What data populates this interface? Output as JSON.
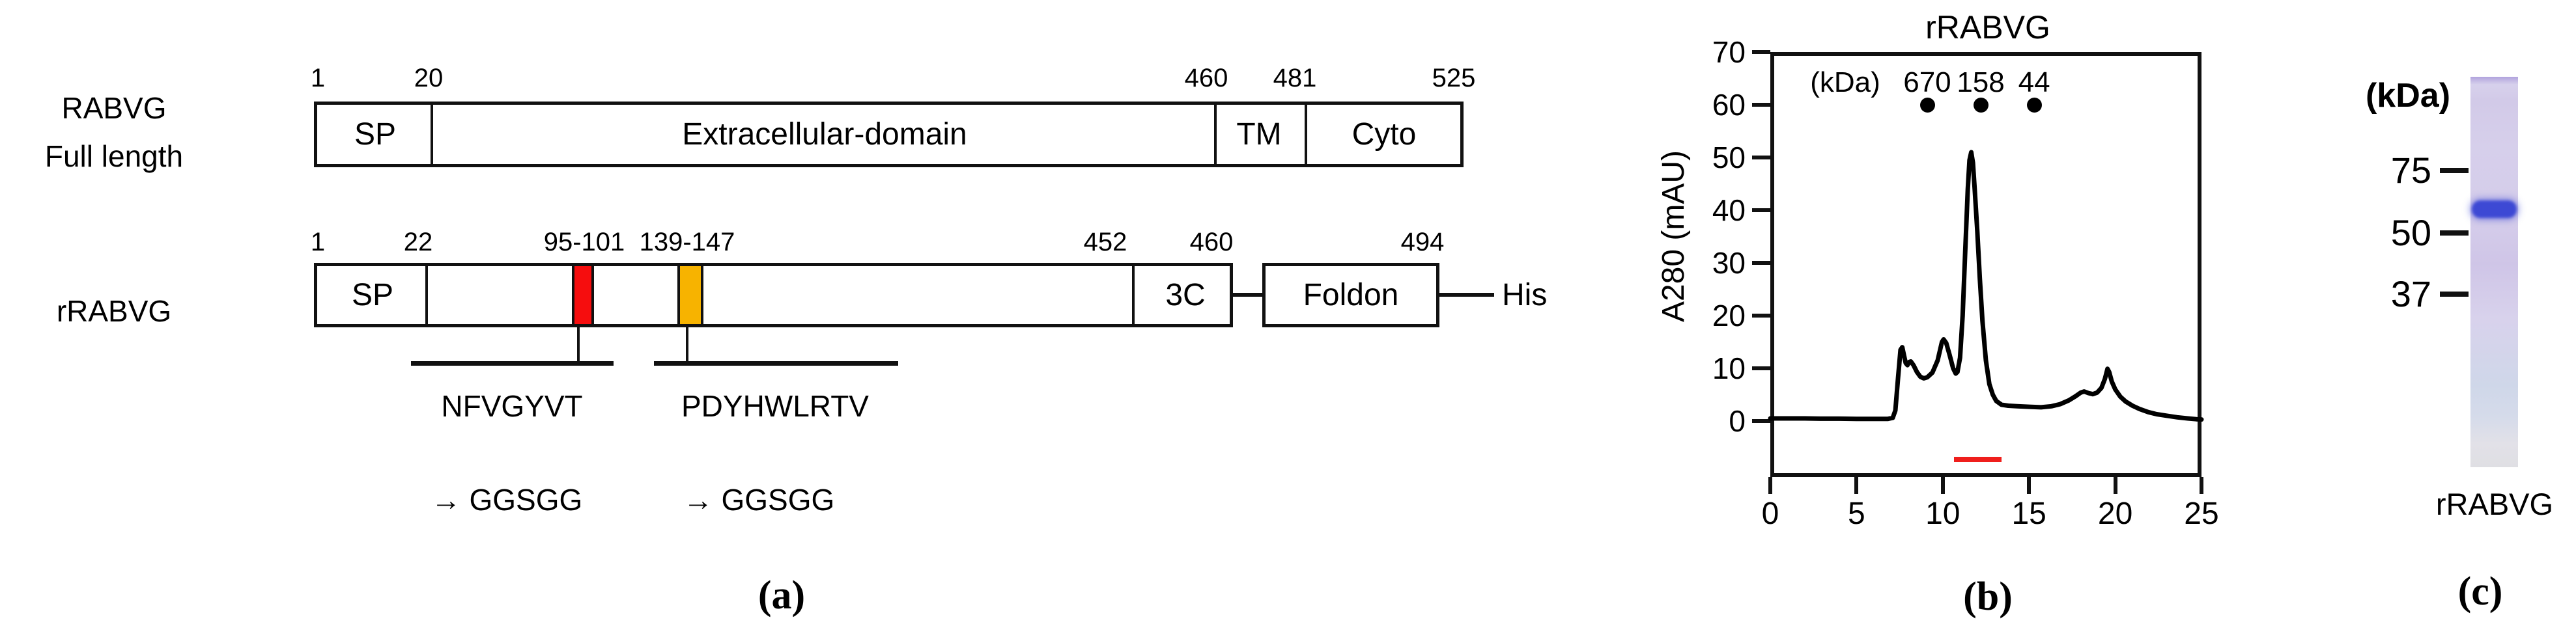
{
  "panel_a": {
    "caption": "(a)",
    "full_length": {
      "row_label_line1": "RABVG",
      "row_label_line2": "Full length",
      "markers": [
        "1",
        "20",
        "460",
        "481",
        "525"
      ],
      "segments": {
        "sp": "SP",
        "ectodomain": "Extracellular-domain",
        "tm": "TM",
        "cyto": "Cyto"
      }
    },
    "rrabvg": {
      "row_label": "rRABVG",
      "markers": [
        "1",
        "22",
        "95-101",
        "139-147",
        "452",
        "460",
        "494"
      ],
      "sp_label": "SP",
      "protease_site_label": "3C",
      "foldon_label": "Foldon",
      "his_label": "His",
      "epitope1": {
        "range": "95-101",
        "sequence": "NFVGYVT",
        "replacement": "→ GGSGG",
        "color": "#f60d0e"
      },
      "epitope2": {
        "range": "139-147",
        "sequence": "PDYHWLRTV",
        "replacement": "→ GGSGG",
        "color": "#f7b300"
      }
    }
  },
  "panel_b": {
    "caption": "(b)"
  },
  "chart_data": {
    "type": "line",
    "title": "rRABVG",
    "xlabel": "",
    "ylabel": "A280 (mAU)",
    "xlim": [
      0,
      25
    ],
    "ylim": [
      -10.5,
      70
    ],
    "xticks": [
      "0",
      "5",
      "10",
      "15",
      "20",
      "25"
    ],
    "yticks": [
      "70",
      "60",
      "50",
      "40",
      "30",
      "20",
      "10",
      "0"
    ],
    "ytick_values": [
      70,
      60,
      50,
      40,
      30,
      20,
      10,
      0
    ],
    "xtick_values": [
      0,
      5,
      10,
      15,
      20,
      25
    ],
    "grid": false,
    "legend": "none",
    "line_color": "#000000",
    "mw_standards": {
      "unit_label": "(kDa)",
      "values": [
        "670",
        "158",
        "44"
      ],
      "x_positions_ml": [
        9.1,
        12.2,
        15.3
      ],
      "dot_y_mau": 60
    },
    "pooled_fraction_bar": {
      "x_start_ml": 10.65,
      "x_end_ml": 13.4,
      "y_mau": -7.3,
      "color": "#ef1f1c"
    },
    "series": [
      {
        "name": "rRABVG A280 trace",
        "points": [
          [
            0,
            0.5
          ],
          [
            1,
            0.5
          ],
          [
            2,
            0.5
          ],
          [
            3,
            0.45
          ],
          [
            4,
            0.45
          ],
          [
            5,
            0.4
          ],
          [
            6,
            0.4
          ],
          [
            6.8,
            0.4
          ],
          [
            7.1,
            0.6
          ],
          [
            7.25,
            2
          ],
          [
            7.4,
            8
          ],
          [
            7.55,
            13.5
          ],
          [
            7.65,
            14
          ],
          [
            7.75,
            12.5
          ],
          [
            7.85,
            11
          ],
          [
            7.95,
            10.6
          ],
          [
            8.05,
            11.2
          ],
          [
            8.15,
            11.3
          ],
          [
            8.3,
            10.6
          ],
          [
            8.5,
            9.3
          ],
          [
            8.7,
            8.4
          ],
          [
            8.9,
            8.1
          ],
          [
            9.1,
            8.3
          ],
          [
            9.4,
            9.2
          ],
          [
            9.7,
            11.5
          ],
          [
            9.95,
            15
          ],
          [
            10.05,
            15.5
          ],
          [
            10.2,
            14.8
          ],
          [
            10.4,
            12.5
          ],
          [
            10.6,
            10
          ],
          [
            10.75,
            9
          ],
          [
            10.85,
            9.3
          ],
          [
            11.0,
            12
          ],
          [
            11.15,
            20
          ],
          [
            11.3,
            32
          ],
          [
            11.45,
            44
          ],
          [
            11.55,
            49.5
          ],
          [
            11.65,
            51
          ],
          [
            11.75,
            49
          ],
          [
            11.85,
            44
          ],
          [
            12.0,
            36
          ],
          [
            12.15,
            27
          ],
          [
            12.3,
            19
          ],
          [
            12.5,
            11.5
          ],
          [
            12.7,
            7
          ],
          [
            12.9,
            5
          ],
          [
            13.1,
            3.8
          ],
          [
            13.4,
            3.1
          ],
          [
            13.8,
            2.9
          ],
          [
            14.3,
            2.8
          ],
          [
            15,
            2.7
          ],
          [
            15.7,
            2.6
          ],
          [
            16.3,
            2.8
          ],
          [
            16.8,
            3.2
          ],
          [
            17.3,
            3.9
          ],
          [
            17.7,
            4.7
          ],
          [
            18.0,
            5.4
          ],
          [
            18.2,
            5.6
          ],
          [
            18.45,
            5.3
          ],
          [
            18.7,
            5.1
          ],
          [
            18.95,
            5.4
          ],
          [
            19.2,
            6.3
          ],
          [
            19.4,
            8
          ],
          [
            19.55,
            9.9
          ],
          [
            19.65,
            9.3
          ],
          [
            19.8,
            7.5
          ],
          [
            20.0,
            6
          ],
          [
            20.3,
            4.6
          ],
          [
            20.6,
            3.7
          ],
          [
            21.0,
            2.9
          ],
          [
            21.4,
            2.3
          ],
          [
            21.9,
            1.7
          ],
          [
            22.4,
            1.3
          ],
          [
            23.0,
            1.0
          ],
          [
            23.6,
            0.7
          ],
          [
            24.2,
            0.5
          ],
          [
            24.7,
            0.35
          ],
          [
            25,
            0.3
          ]
        ]
      }
    ]
  },
  "panel_c": {
    "caption": "(c)",
    "unit_label": "(kDa)",
    "lane_label": "rRABVG",
    "markers": [
      "75",
      "50",
      "37"
    ],
    "band_color": "#3d49d4"
  }
}
